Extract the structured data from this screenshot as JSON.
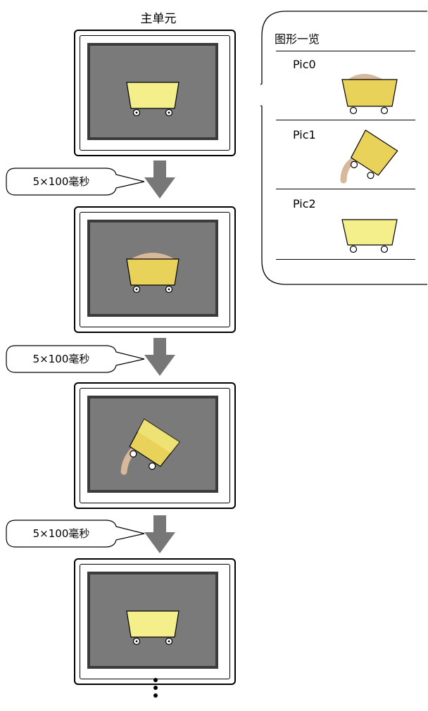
{
  "title": "主单元",
  "delay_label": "5×100毫秒",
  "panel": {
    "title": "图形一览",
    "pics": [
      {
        "label": "Pic0",
        "variant": "spill"
      },
      {
        "label": "Pic1",
        "variant": "tilted"
      },
      {
        "label": "Pic2",
        "variant": "empty"
      }
    ]
  },
  "frames": [
    {
      "variant": "empty"
    },
    {
      "variant": "spill"
    },
    {
      "variant": "tilted"
    },
    {
      "variant": "empty"
    }
  ],
  "colors": {
    "display_bg": "#7a7a7a",
    "display_border": "#3b3b3b",
    "cart_fill": "#f4ef8a",
    "cart_fill_loaded": "#e9d25a",
    "load": "#d8b89a",
    "arrow": "#777777"
  }
}
